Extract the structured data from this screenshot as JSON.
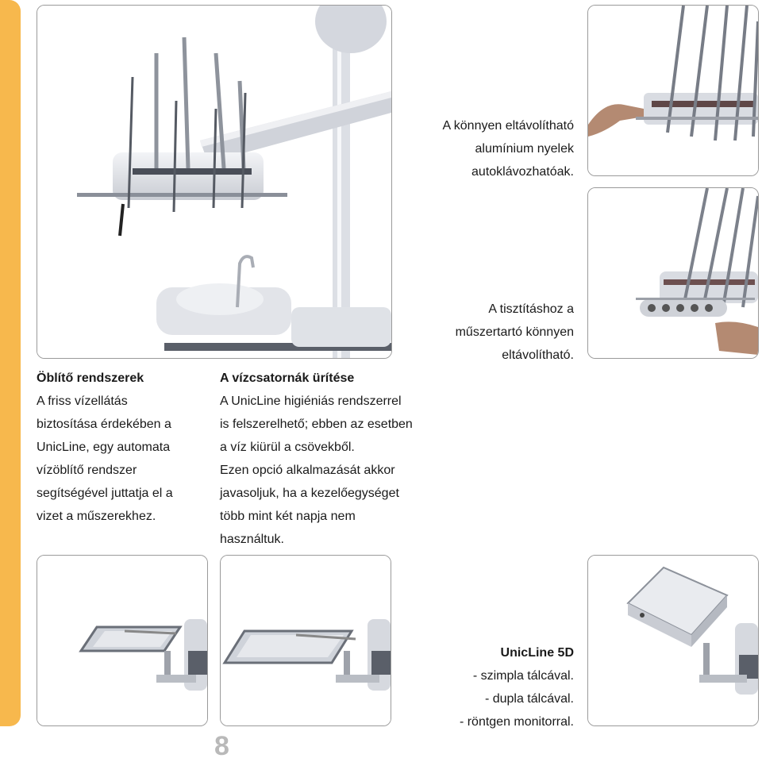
{
  "caption_handles": {
    "lines": [
      "A könnyen eltávolítható",
      "alumínium nyelek",
      "autoklávozhatóak."
    ]
  },
  "caption_holder": {
    "lines": [
      "A tisztításhoz a",
      "műszertartó könnyen",
      "eltávolítható."
    ]
  },
  "rinse": {
    "title": "Öblítő rendszerek",
    "lines": [
      "A friss vízellátás",
      "biztosítása érdekében a",
      "UnicLine, egy automata",
      "vízöblítő rendszer",
      "segítségével juttatja el a",
      "vizet a műszerekhez."
    ]
  },
  "drain": {
    "title": "A vízcsatornák ürítése",
    "lines": [
      "A UnicLine higiéniás rendszerrel",
      "is felszerelhető; ebben az esetben",
      "a víz kiürül a csövekből.",
      "Ezen opció alkalmazását akkor",
      "javasoljuk, ha a kezelőegységet",
      "több mint két napja nem",
      "használtuk."
    ]
  },
  "model": {
    "title": "UnicLine 5D",
    "lines": [
      "- szimpla tálcával.",
      "- dupla tálcával.",
      "- röntgen monitorral."
    ]
  },
  "page_number": "8",
  "colors": {
    "accent_bar": "#f7b84d",
    "photo_border": "#9a9a9a",
    "page_number": "#b9b9b9"
  }
}
